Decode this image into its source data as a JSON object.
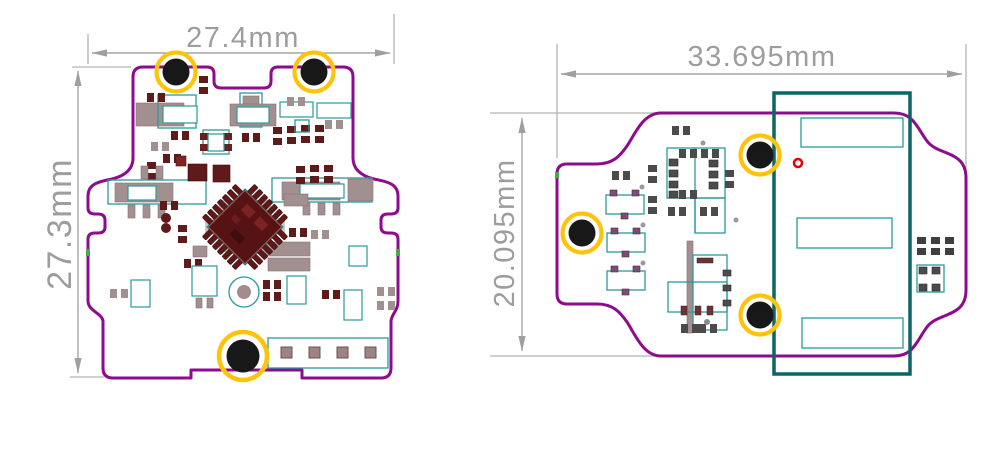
{
  "drawing": {
    "title": "PCB board outline dimension drawing",
    "boards": [
      {
        "id": "left",
        "width_label": "27.4mm",
        "height_label": "27.3mm",
        "mounting_holes": 3
      },
      {
        "id": "right",
        "width_label": "33.695mm",
        "height_label": "20.095mm",
        "mounting_holes": 3
      }
    ],
    "colors": {
      "board_outline_purple": "#8e0b8e",
      "courtyard_teal": "#2b9a9a",
      "shield_connector_teal": "#0c6565",
      "mount_ring_yellow": "#ffc30b",
      "drill_black": "#181818",
      "dimension_gray": "#a6a6a6",
      "label_gray": "#9d9d9d",
      "component_maroon": "#5f1a1a",
      "pad_taupe": "#a29090",
      "origin_marker_red": "#e60000",
      "layer_tick_green": "#49a849"
    }
  }
}
